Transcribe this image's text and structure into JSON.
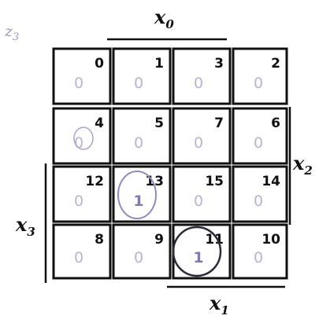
{
  "function_label": {
    "base": "z",
    "sub": "3"
  },
  "variables": {
    "x0": {
      "base": "x",
      "sub": "0"
    },
    "x1": {
      "base": "x",
      "sub": "1"
    },
    "x2": {
      "base": "x",
      "sub": "2"
    },
    "x3": {
      "base": "x",
      "sub": "3"
    }
  },
  "grid": {
    "rows": [
      [
        {
          "index": "0",
          "value": "0"
        },
        {
          "index": "1",
          "value": "0"
        },
        {
          "index": "3",
          "value": "0"
        },
        {
          "index": "2",
          "value": "0"
        }
      ],
      [
        {
          "index": "4",
          "value": "0"
        },
        {
          "index": "5",
          "value": "0"
        },
        {
          "index": "7",
          "value": "0"
        },
        {
          "index": "6",
          "value": "0"
        }
      ],
      [
        {
          "index": "12",
          "value": "0"
        },
        {
          "index": "13",
          "value": "1"
        },
        {
          "index": "15",
          "value": "0"
        },
        {
          "index": "14",
          "value": "0"
        }
      ],
      [
        {
          "index": "8",
          "value": "0"
        },
        {
          "index": "9",
          "value": "0"
        },
        {
          "index": "11",
          "value": "1"
        },
        {
          "index": "10",
          "value": "0"
        }
      ]
    ]
  },
  "colors": {
    "grid_line": "#111111",
    "ink_faint": "#b7b3dd",
    "ink_strong": "#7f78bd"
  }
}
